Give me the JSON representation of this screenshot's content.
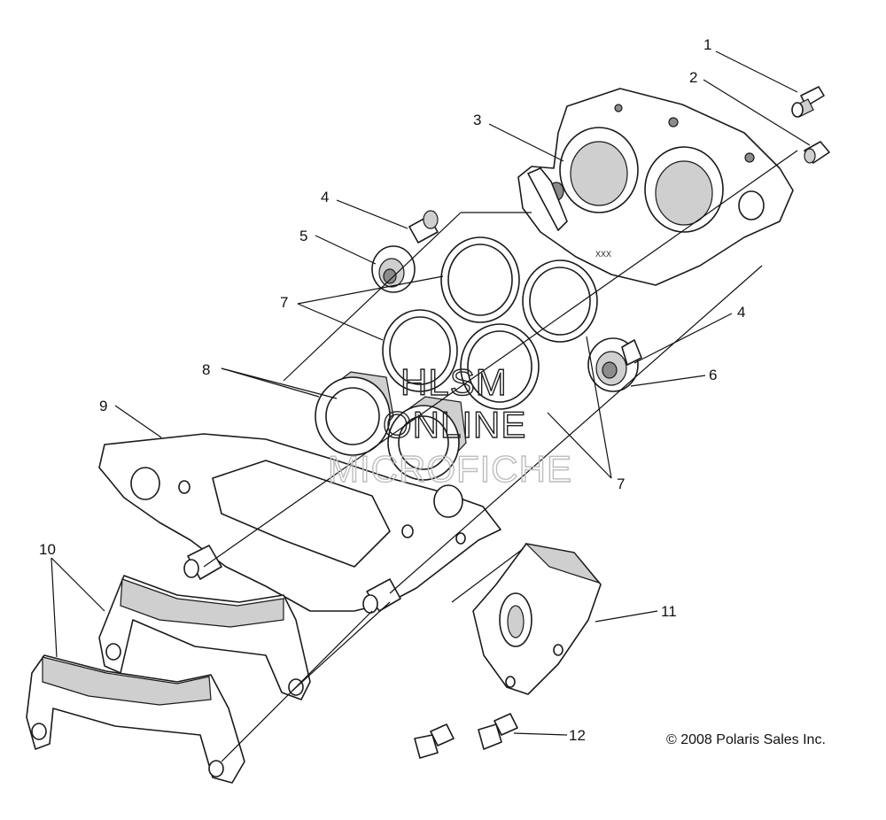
{
  "callouts": [
    "1",
    "2",
    "3",
    "4",
    "5",
    "7",
    "4",
    "6",
    "8",
    "9",
    "7",
    "10",
    "11",
    "12"
  ],
  "watermark": {
    "line1": "HLSM",
    "line2": "ONLINE",
    "line3": "MICROFICHE"
  },
  "copyright": "© 2008 Polaris Sales Inc."
}
